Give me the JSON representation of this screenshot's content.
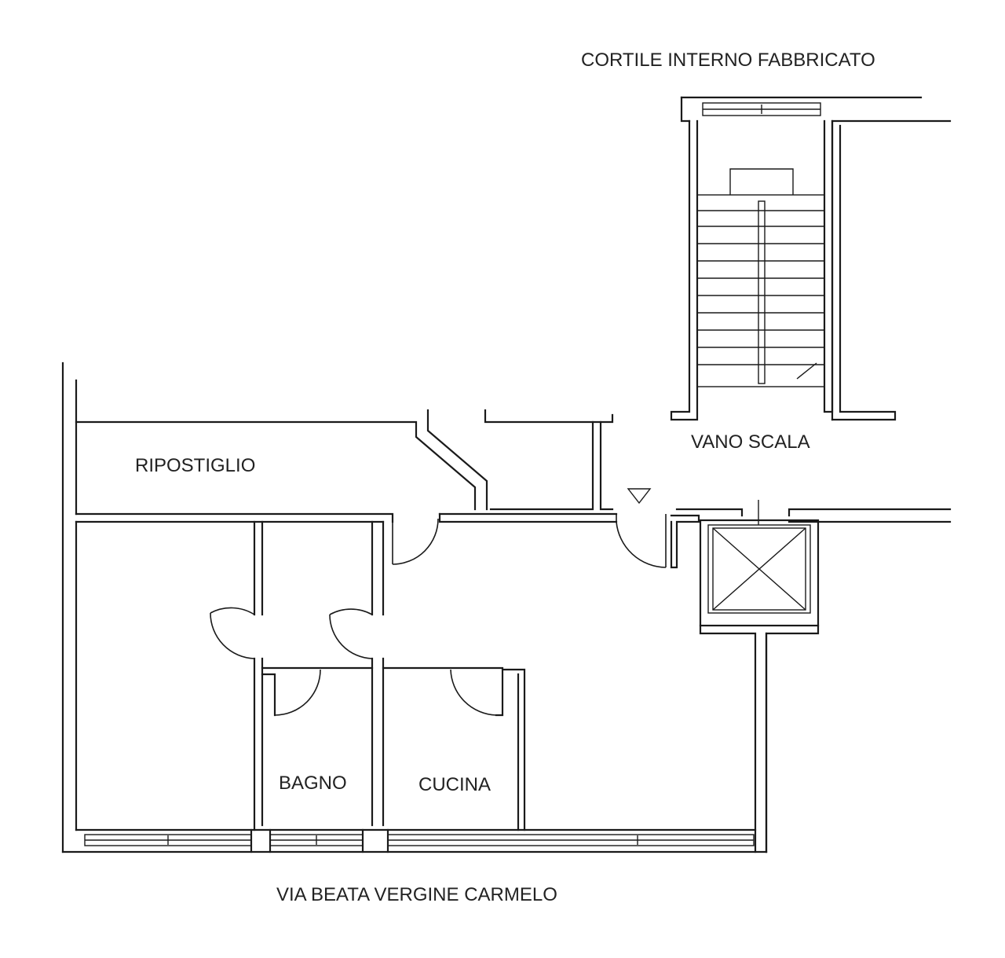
{
  "labels": {
    "courtyard": "CORTILE INTERNO FABBRICATO",
    "stairwell": "VANO SCALA",
    "storage": "RIPOSTIGLIO",
    "bathroom": "BAGNO",
    "kitchen": "CUCINA",
    "street": "VIA BEATA VERGINE CARMELO"
  },
  "colors": {
    "line": "#1a1a1a",
    "text": "#222222",
    "background": "#ffffff"
  }
}
